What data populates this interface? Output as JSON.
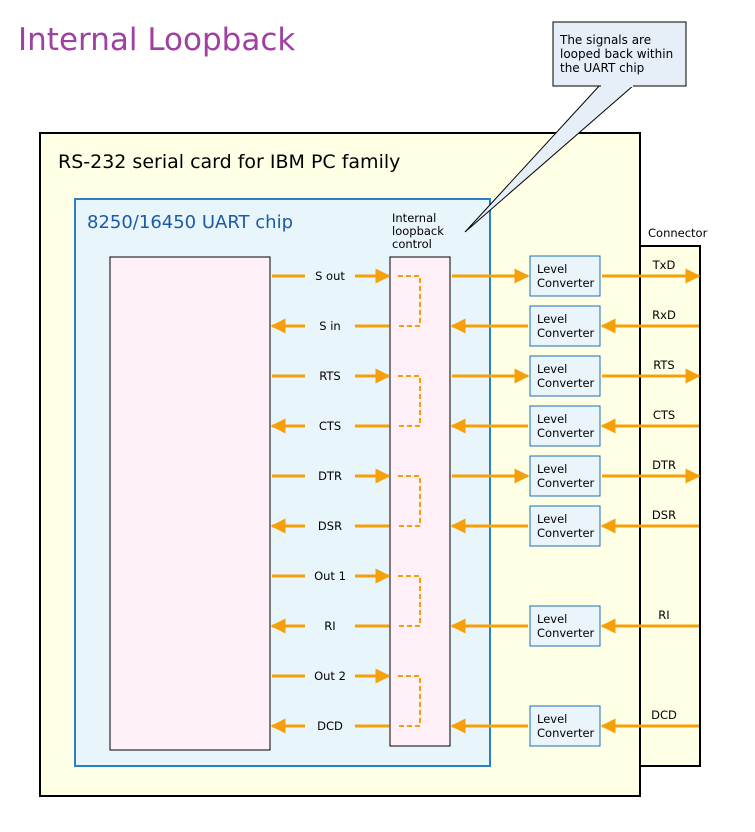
{
  "title": "Internal Loopback",
  "callout": [
    "The signals are",
    "looped back within",
    "the UART chip"
  ],
  "card": {
    "label": "RS-232 serial card for IBM PC family"
  },
  "uart": {
    "label": "8250/16450 UART chip"
  },
  "loopback": {
    "label": [
      "Internal",
      "loopback",
      "control"
    ]
  },
  "connector": {
    "label": "Connector"
  },
  "level_converter": {
    "label": [
      "Level",
      "Converter"
    ]
  },
  "colors": {
    "title": "#a040a0",
    "uart_label": "#1a5aa8",
    "arrow": "#f5a00a",
    "card_fill": "#ffffe6",
    "uart_fill": "#e8f5fb",
    "uart_border": "#2a7fc6",
    "block_fill": "#fff0f8",
    "callout_fill": "#e6eef8",
    "converter_fill": "#eaf5fb",
    "converter_border": "#1a6fb5"
  },
  "signals": [
    {
      "name": "S out",
      "dir": "out",
      "ext": "TxD",
      "converter": true
    },
    {
      "name": "S in",
      "dir": "in",
      "ext": "RxD",
      "converter": true
    },
    {
      "name": "RTS",
      "dir": "out",
      "ext": "RTS",
      "converter": true
    },
    {
      "name": "CTS",
      "dir": "in",
      "ext": "CTS",
      "converter": true
    },
    {
      "name": "DTR",
      "dir": "out",
      "ext": "DTR",
      "converter": true
    },
    {
      "name": "DSR",
      "dir": "in",
      "ext": "DSR",
      "converter": true
    },
    {
      "name": "Out 1",
      "dir": "out",
      "ext": "",
      "converter": false
    },
    {
      "name": "RI",
      "dir": "in",
      "ext": "RI",
      "converter": true
    },
    {
      "name": "Out 2",
      "dir": "out",
      "ext": "",
      "converter": false
    },
    {
      "name": "DCD",
      "dir": "in",
      "ext": "DCD",
      "converter": true
    }
  ]
}
